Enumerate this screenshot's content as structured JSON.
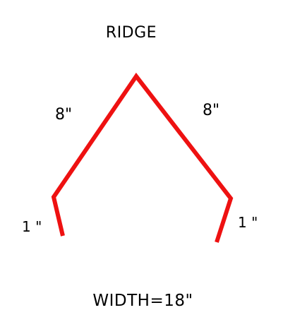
{
  "diagram": {
    "title": "RIDGE",
    "labels": {
      "left_long": "8\"",
      "right_long": "8\"",
      "left_short": "1 \"",
      "right_short": "1 \"",
      "width": "WIDTH=18\""
    },
    "line_color": "#ee1111"
  }
}
